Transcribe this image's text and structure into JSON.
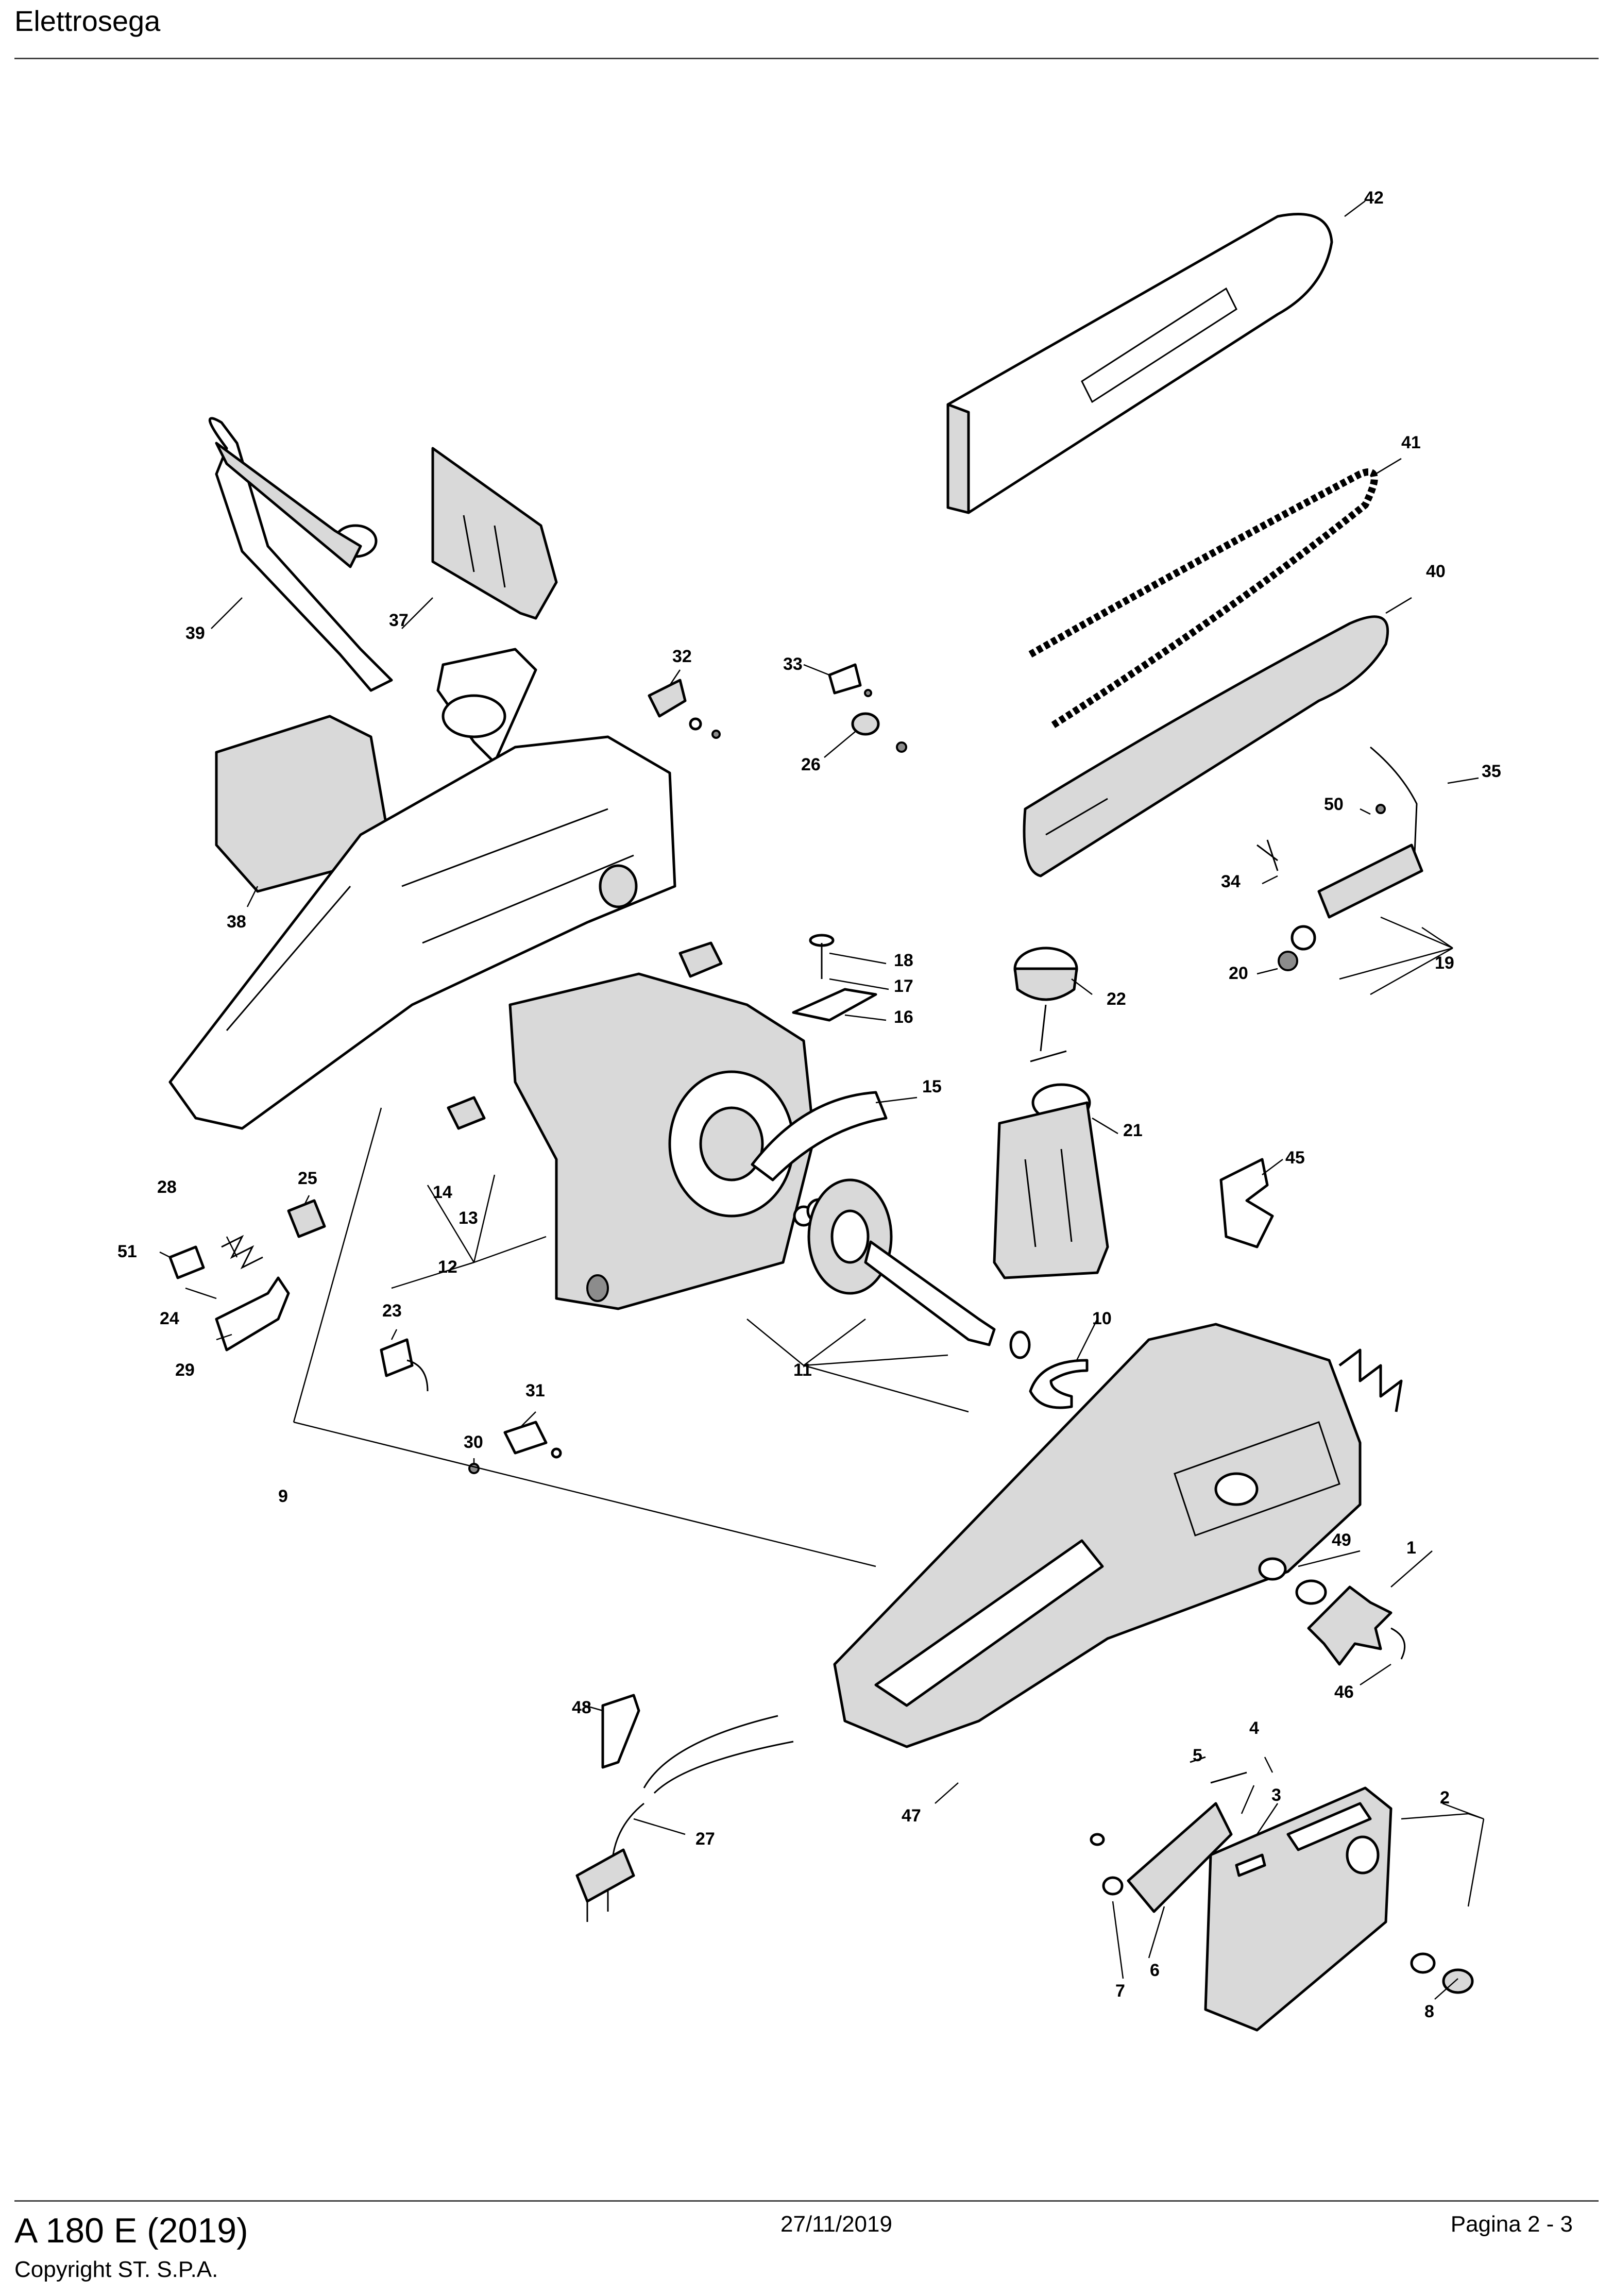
{
  "header": {
    "title": "Elettrosega"
  },
  "footer": {
    "model": "A 180 E (2019)",
    "copyright": "Copyright ST. S.P.A.",
    "date": "27/11/2019",
    "page": "Pagina 2 - 3"
  },
  "callouts": {
    "c1": "1",
    "c2": "2",
    "c3": "3",
    "c4": "4",
    "c5": "5",
    "c6": "6",
    "c7": "7",
    "c8": "8",
    "c9": "9",
    "c10": "10",
    "c11": "11",
    "c12": "12",
    "c13": "13",
    "c14": "14",
    "c15": "15",
    "c16": "16",
    "c17": "17",
    "c18": "18",
    "c19": "19",
    "c20": "20",
    "c21": "21",
    "c22": "22",
    "c23": "23",
    "c24": "24",
    "c25": "25",
    "c26": "26",
    "c27": "27",
    "c28": "28",
    "c29": "29",
    "c30": "30",
    "c31": "31",
    "c32": "32",
    "c33": "33",
    "c34": "34",
    "c35": "35",
    "c37": "37",
    "c38": "38",
    "c39": "39",
    "c40": "40",
    "c41": "41",
    "c42": "42",
    "c45": "45",
    "c46": "46",
    "c47": "47",
    "c48": "48",
    "c49": "49",
    "c50": "50",
    "c51": "51"
  }
}
